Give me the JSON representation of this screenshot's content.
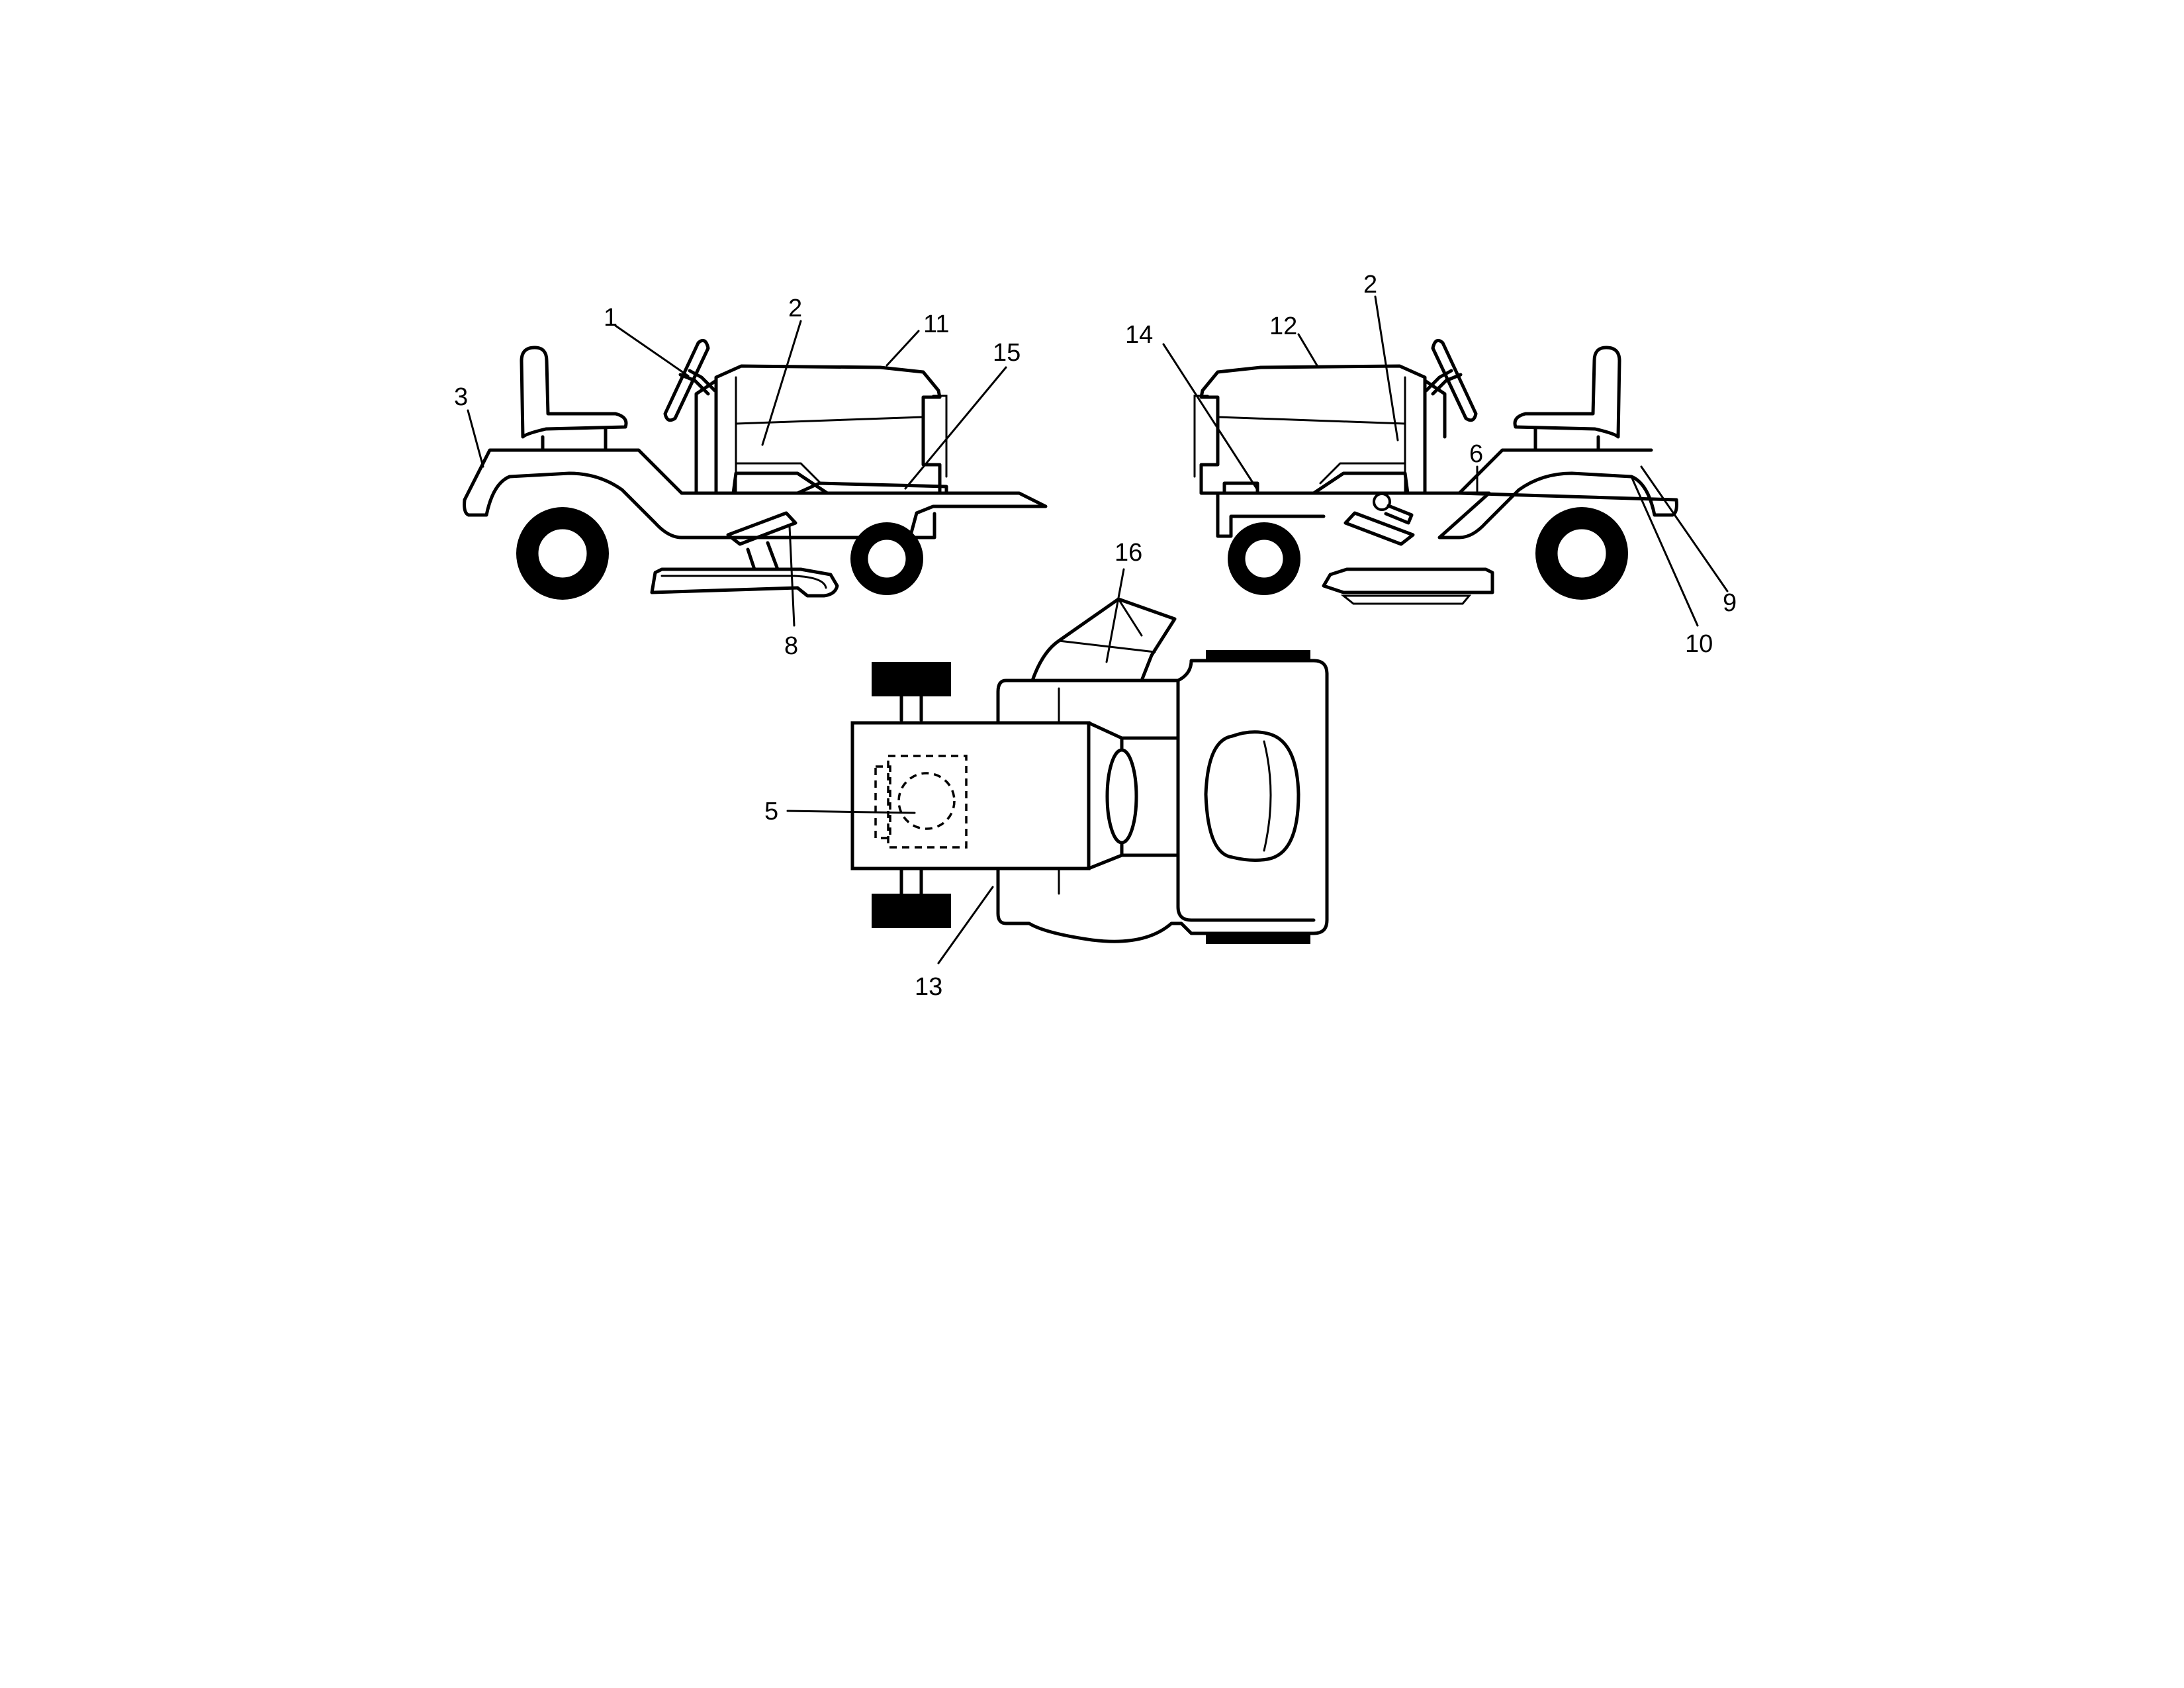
{
  "views": [
    "left-side-view",
    "right-side-view",
    "top-view"
  ],
  "callouts": {
    "c1": "1",
    "c2": "2",
    "c2b": "2",
    "c3": "3",
    "c5": "5",
    "c6": "6",
    "c8": "8",
    "c9": "9",
    "c10": "10",
    "c11": "11",
    "c12": "12",
    "c13": "13",
    "c14": "14",
    "c15": "15",
    "c16": "16"
  }
}
